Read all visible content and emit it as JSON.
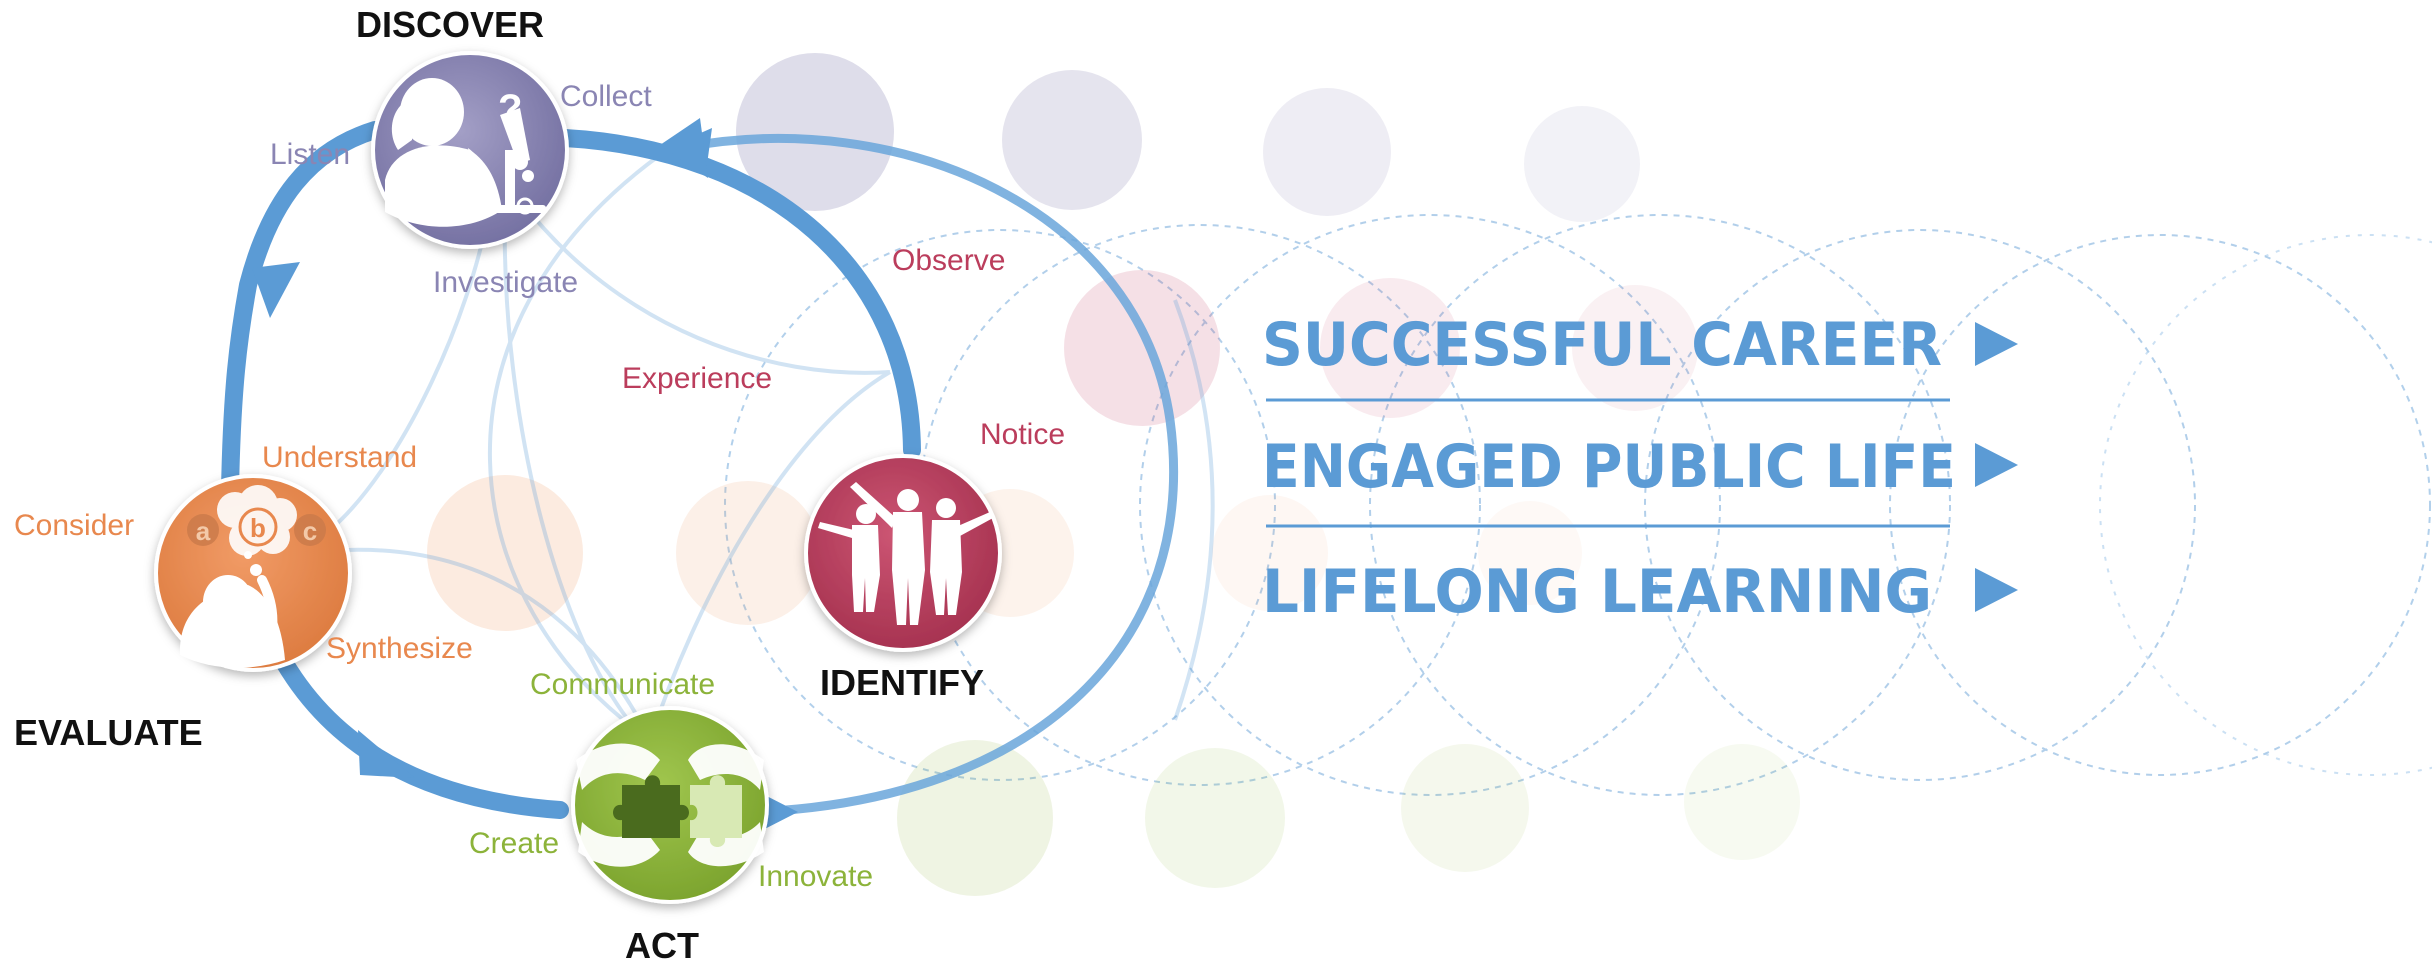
{
  "stages": {
    "discover": {
      "title": "DISCOVER",
      "color": "#8a85b3",
      "icon": "scientist-microscope-icon",
      "actions": [
        "Collect",
        "Listen",
        "Investigate"
      ]
    },
    "evaluate": {
      "title": "EVALUATE",
      "color": "#e8884e",
      "icon": "thinker-abc-icon",
      "icon_letters": [
        "a",
        "b",
        "c"
      ],
      "actions": [
        "Understand",
        "Consider",
        "Synthesize"
      ]
    },
    "act": {
      "title": "ACT",
      "color": "#8cb33a",
      "icon": "puzzle-hands-icon",
      "actions": [
        "Communicate",
        "Create",
        "Innovate"
      ]
    },
    "identify": {
      "title": "IDENTIFY",
      "color": "#bb3d5c",
      "icon": "pointing-people-icon",
      "actions": [
        "Observe",
        "Experience",
        "Notice"
      ]
    }
  },
  "outcomes": [
    {
      "label": "SUCCESSFUL  CAREER"
    },
    {
      "label": "ENGAGED PUBLIC LIFE"
    },
    {
      "label": "LIFELONG  LEARNING"
    }
  ],
  "colors": {
    "cycle_arrow": "#5b9bd5",
    "outcome_text": "#5b9bd5",
    "stage_title": "#111111"
  }
}
